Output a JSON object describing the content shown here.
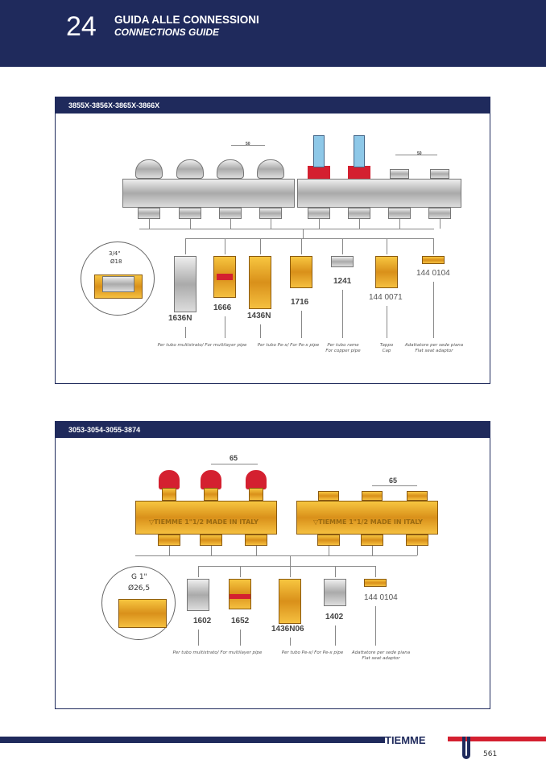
{
  "header": {
    "page_number": "24",
    "title": "GUIDA ALLE CONNESSIONI",
    "subtitle": "CONNECTIONS GUIDE"
  },
  "section1": {
    "title": "3855X-3856X-3865X-3866X",
    "dim1": "50",
    "dim2": "50",
    "detail": {
      "thread": "3/4\"",
      "diameter": "Ø18"
    },
    "items": [
      {
        "code": "1636N"
      },
      {
        "code": "1666"
      },
      {
        "code": "1436N"
      },
      {
        "code": "1716"
      },
      {
        "code": "1241"
      },
      {
        "code": "144 0071"
      },
      {
        "code": "144 0104"
      }
    ],
    "captions": {
      "multilayer": "Per tubo multistrato/ For multilayer pipe",
      "pex": "Per tubo Pe-x/ For Pe-x pipe",
      "copper_it": "Per tubo rame",
      "copper_en": "For copper pipe",
      "cap_it": "Tappo",
      "cap_en": "Cap",
      "adaptor_it": "Adattatore per sede piana",
      "adaptor_en": "Flat seat adaptor"
    }
  },
  "section2": {
    "title": "3053-3054-3055-3874",
    "dim1": "65",
    "dim2": "65",
    "manifold_text": "▽TIEMME 1\"1/2 MADE IN ITALY",
    "detail": {
      "thread": "G 1\"",
      "diameter": "Ø26,5"
    },
    "items": [
      {
        "code": "1602"
      },
      {
        "code": "1652"
      },
      {
        "code": "1436N06"
      },
      {
        "code": "1402"
      },
      {
        "code": "144 0104"
      }
    ],
    "captions": {
      "multilayer": "Per tubo multistrato/ For multilayer pipe",
      "pex": "Per tubo Pe-x/ For Pe-x pipe",
      "adaptor_it": "Adattatore per sede piana",
      "adaptor_en": "Flat seat adaptor"
    }
  },
  "footer": {
    "brand": "TIEMME",
    "page": "561"
  },
  "colors": {
    "navy": "#1f2a5c",
    "red": "#d42030",
    "brass": "#e0a020"
  }
}
